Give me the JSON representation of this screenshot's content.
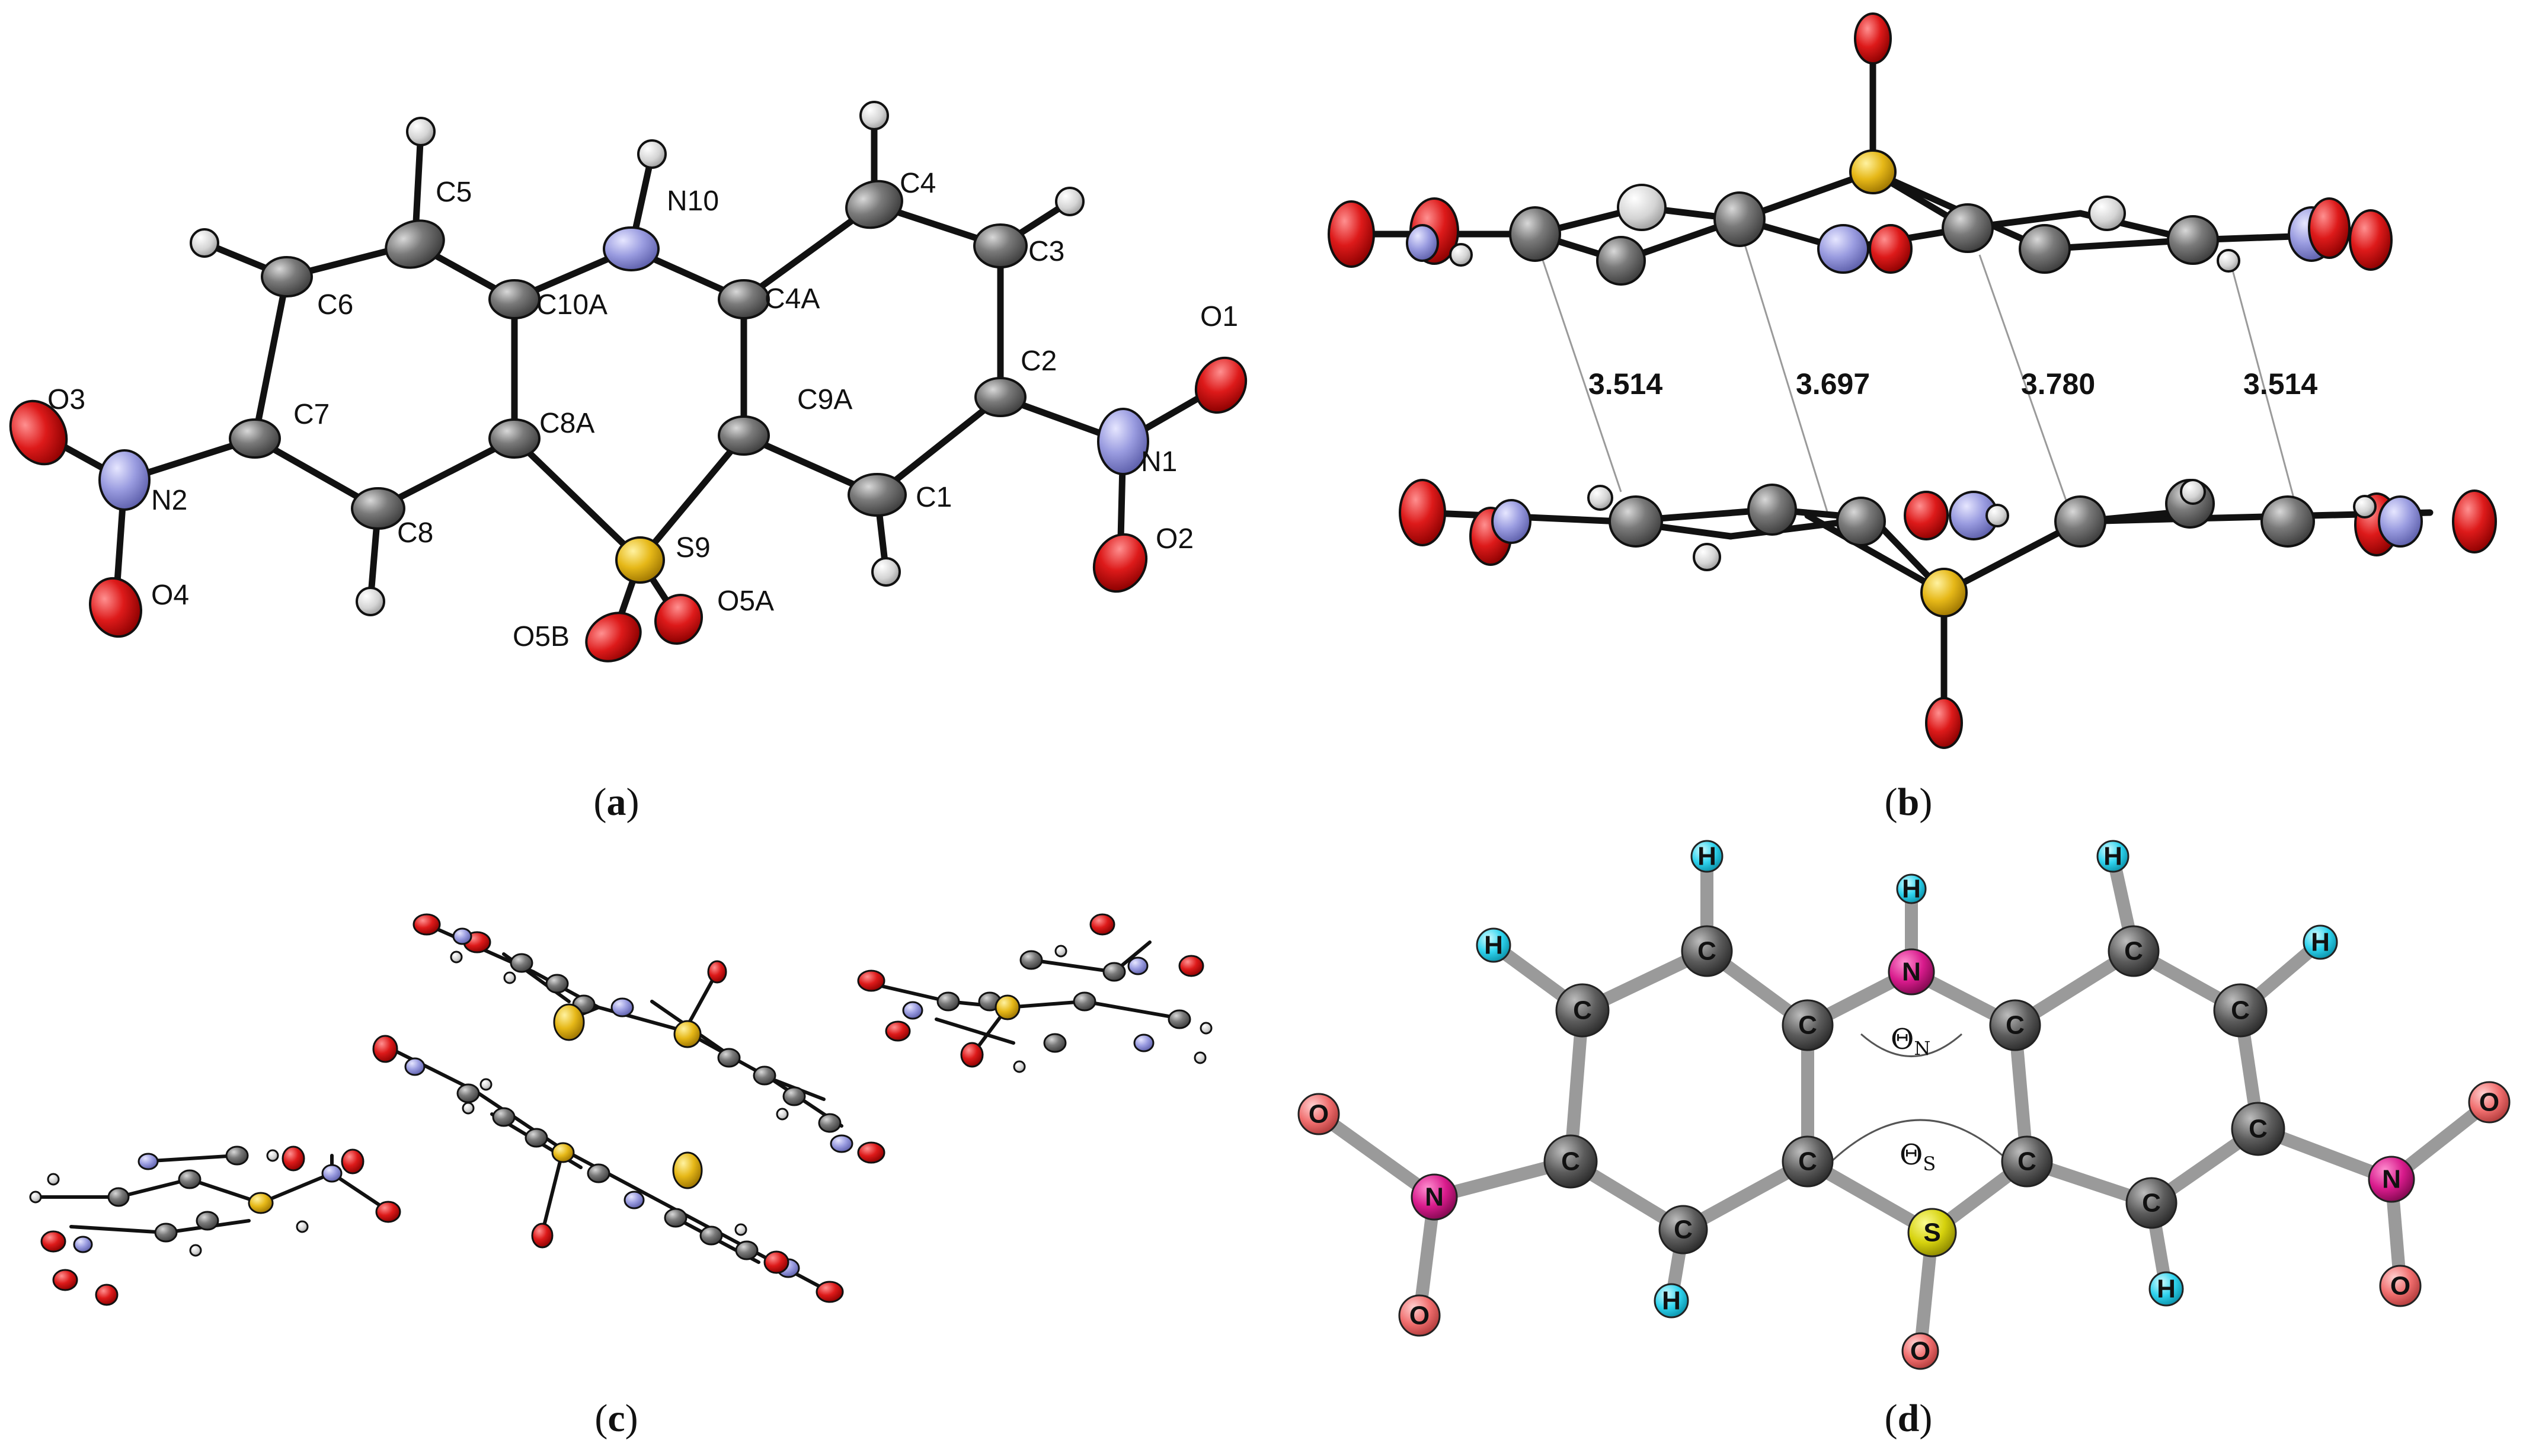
{
  "panel_a": {
    "atoms": [
      "C5",
      "N10",
      "C4",
      "C6",
      "C3",
      "C10A",
      "C4A",
      "O1",
      "C2",
      "O3",
      "C7",
      "C8A",
      "C9A",
      "N2",
      "N1",
      "C8",
      "C1",
      "S9",
      "O2",
      "O4",
      "O5B",
      "O5A"
    ],
    "caption": {
      "open": "(",
      "letter": "a",
      "close": ")"
    }
  },
  "panel_b": {
    "distances": [
      "3.514",
      "3.697",
      "3.780",
      "3.514"
    ],
    "caption": {
      "open": "(",
      "letter": "b",
      "close": ")"
    }
  },
  "panel_c": {
    "caption": {
      "open": "(",
      "letter": "c",
      "close": ")"
    }
  },
  "panel_d": {
    "theta_n": {
      "symbol": "Θ",
      "sub": "N"
    },
    "theta_s": {
      "symbol": "Θ",
      "sub": "S"
    },
    "element_labels": {
      "C": "C",
      "N": "N",
      "S": "S",
      "O": "O",
      "H": "H"
    },
    "caption": {
      "open": "(",
      "letter": "d",
      "close": ")"
    }
  },
  "colors": {
    "carbon": "#6e6e6e",
    "nitrogen": "#8f90d8",
    "oxygen": "#d81515",
    "sulfur": "#e2b414",
    "hydrogen": "#dcdcdc",
    "d_carbon": "#585858",
    "d_nitrogen": "#d81b8c",
    "d_oxygen": "#f07070",
    "d_sulfur": "#d6d20e",
    "d_hydrogen": "#2fd3ee"
  }
}
